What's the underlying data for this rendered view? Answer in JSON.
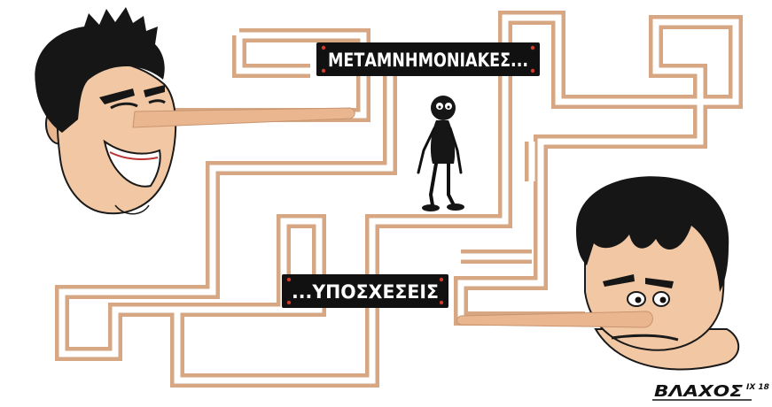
{
  "banners": {
    "top": "ΜΕΤΑΜΝΗΜΟΝΙΑΚΕΣ...",
    "bottom": "...ΥΠΟΣΧΕΣΕΙΣ"
  },
  "signature": {
    "name": "ΒΛΑΧΟΣ",
    "date": "IX 18"
  },
  "colors": {
    "maze_outer": "#d7a784",
    "maze_inner": "#ffffff",
    "skin": "#f2c7a3",
    "hair": "#161616",
    "banner_bg": "#111111",
    "banner_rivet": "#d23b2a"
  }
}
